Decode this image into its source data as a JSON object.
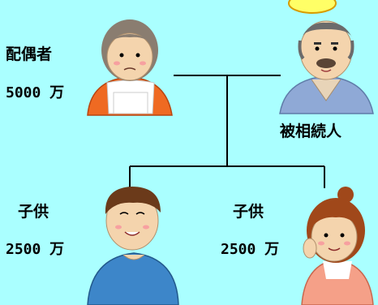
{
  "spouse": {
    "role": "配偶者",
    "amount": "5000 万"
  },
  "deceased": {
    "role": "被相続人"
  },
  "child1": {
    "role": "子供",
    "amount": "2500 万"
  },
  "child2": {
    "role": "子供",
    "amount": "2500 万"
  },
  "colors": {
    "background": "#aaffff",
    "line": "#000000",
    "halo": "#ffff33",
    "apron": "#ffffff",
    "spouse_shirt": "#ef6a22",
    "deceased_shirt": "#8fa9d6",
    "child1_shirt": "#3d86c9",
    "child2_shirt": "#f5a088"
  }
}
